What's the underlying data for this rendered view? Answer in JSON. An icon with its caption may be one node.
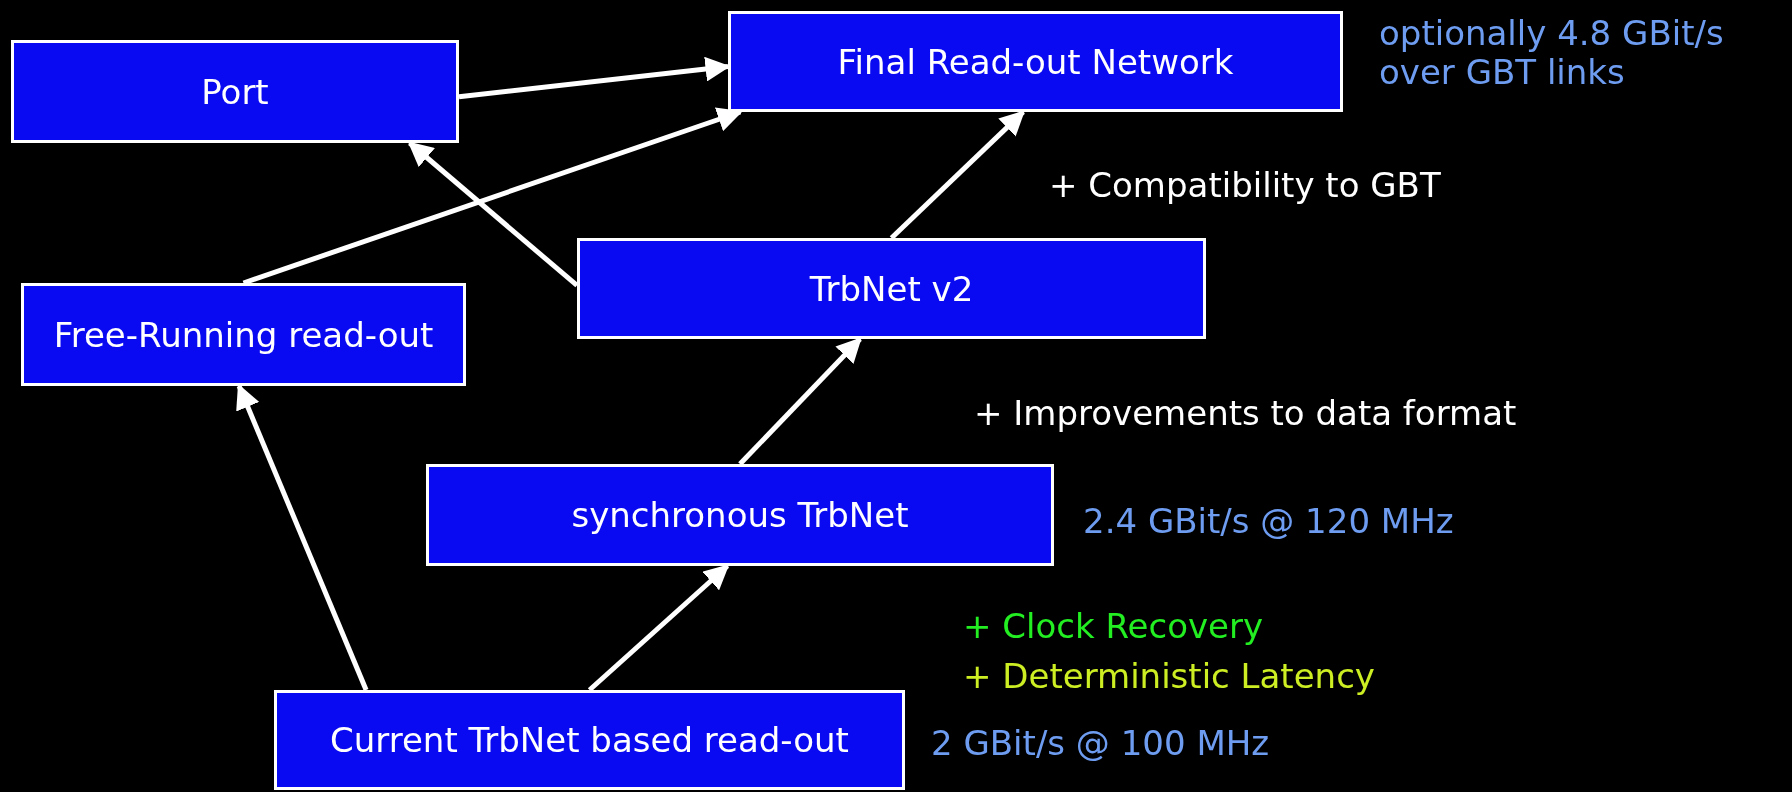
{
  "diagram": {
    "nodes": [
      {
        "text": [
          "Port"
        ]
      },
      {
        "text": [
          "Final Read-out Network"
        ],
        "beside": [
          "optionally 4.8 GBit/s over GBT links"
        ]
      },
      {
        "text": [
          "TrbNet v2"
        ]
      },
      {
        "text": [
          "Free-Running read-out"
        ]
      },
      {
        "text": [
          "synchronous TrbNet"
        ],
        "beside": [
          "2.4 GBit/s @ 120 MHz"
        ]
      },
      {
        "text": [
          "Current TrbNet based read-out"
        ],
        "beside": [
          "2 GBit/s @ 100 MHz"
        ]
      }
    ],
    "edges": [
      {
        "from": 0,
        "to": 1,
        "arrow": "to"
      },
      {
        "from": 3,
        "to": 1,
        "arrow": "to"
      },
      {
        "from": 2,
        "to": 0,
        "arrow": "to"
      },
      {
        "from": 2,
        "to": 1,
        "arrow": "to"
      },
      {
        "from": 4,
        "to": 2,
        "arrow": "to"
      },
      {
        "from": 5,
        "to": 4,
        "arrow": "to"
      },
      {
        "from": 5,
        "to": 3,
        "arrow": "to"
      }
    ],
    "labels": [
      "+ Compatibility to GBT",
      "+ Improvements to data format",
      "+ Clock Recovery",
      "+ Deterministic Latency"
    ]
  }
}
